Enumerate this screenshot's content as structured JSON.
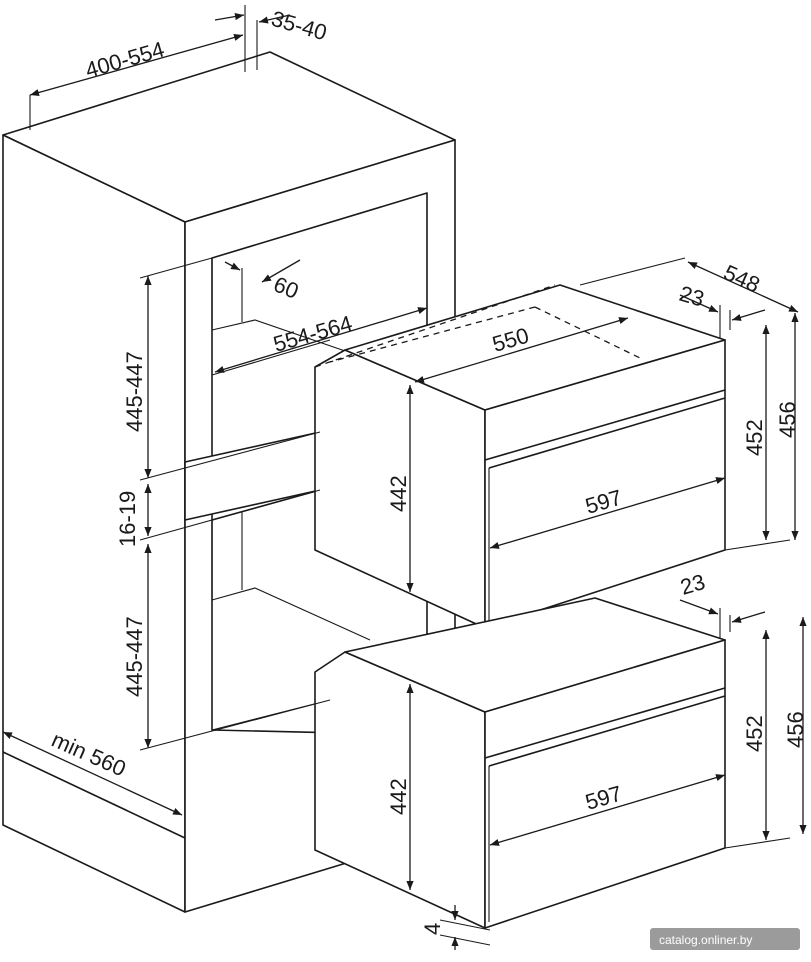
{
  "dimensions": {
    "cabinet_depth": "400-554",
    "rear_gap": "35-40",
    "upper_niche_height": "445-447",
    "divider_thickness": "16-19",
    "lower_niche_height": "445-447",
    "cabinet_width_min": "min 560",
    "side_clearance": "60",
    "niche_width": "554-564",
    "upper_oven_depth": "550",
    "upper_total_depth": "548",
    "upper_door_offset": "23",
    "upper_body_height": "442",
    "upper_front_height": "452",
    "upper_total_height": "456",
    "upper_front_width": "597",
    "lower_door_offset": "23",
    "lower_body_height": "442",
    "lower_front_height": "452",
    "lower_total_height": "456",
    "lower_front_width": "597",
    "bottom_gap": "4"
  },
  "watermark": "catalog.onliner.by",
  "colors": {
    "line": "#1a1a1a",
    "background": "#ffffff",
    "watermark_bg": "#8a8a8a"
  }
}
